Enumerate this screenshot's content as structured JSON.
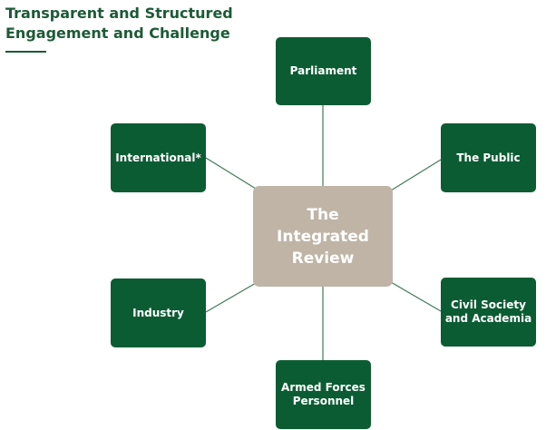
{
  "title": {
    "line1": "Transparent and Structured",
    "line2": "Engagement and Challenge"
  },
  "center": {
    "line1": "The",
    "line2": "Integrated",
    "line3": "Review"
  },
  "nodes": {
    "parliament": {
      "line1": "Parliament"
    },
    "the_public": {
      "line1": "The Public"
    },
    "civil_society": {
      "line1": "Civil Society",
      "line2": "and Academia"
    },
    "armed_forces": {
      "line1": "Armed Forces",
      "line2": "Personnel"
    },
    "industry": {
      "line1": "Industry"
    },
    "international": {
      "line1": "International*"
    }
  },
  "colors": {
    "node_green": "#0c5c33",
    "center_beige": "#bfb4a6",
    "title_green": "#1c5a36",
    "connector": "#3f7a55"
  }
}
